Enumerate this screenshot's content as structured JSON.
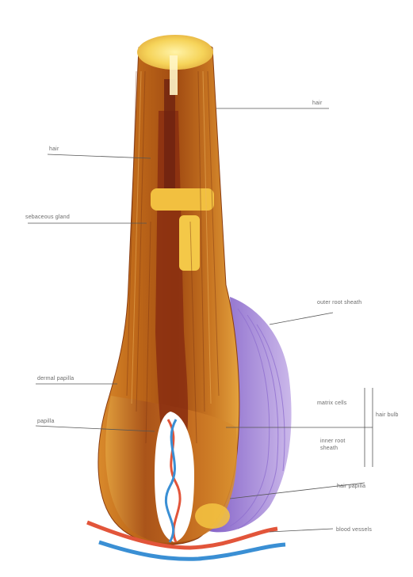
{
  "figure": {
    "labels": {
      "hair_shaft": "hair",
      "hair_left": "hair",
      "sebaceous_gland": "sebaceous gland",
      "outer_root_sheath": "outer root sheath",
      "matrix_cells": "matrix cells",
      "inner_root_sheath": "inner root sheath",
      "papilla": "papilla",
      "dermal_papilla": "dermal papilla",
      "hair_bulb": "hair bulb",
      "hair_bulb_papilla": "hair papilla",
      "blood_vessels": "blood vessels"
    },
    "colors": {
      "hair_shaft": "#c46a1c",
      "outer_sheath": "#e0a24a",
      "root_dark": "#7a2a12",
      "bulb_purple": "#a78bd8",
      "artery": "#e2553a",
      "vein": "#3a8fd4",
      "tip_yellow": "#f7dd6a"
    }
  }
}
